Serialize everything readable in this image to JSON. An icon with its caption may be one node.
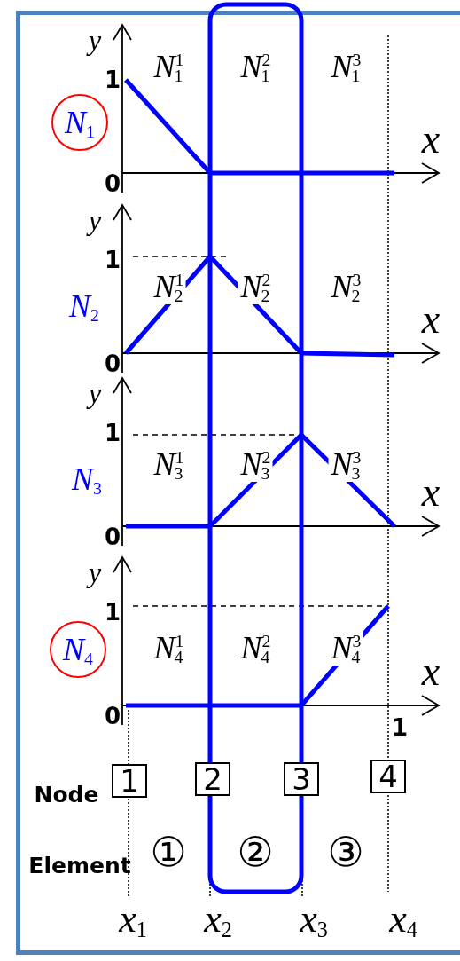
{
  "diagram": {
    "nodes": [
      {
        "text": [
          "N$_{1}$"
        ]
      },
      {
        "text": [
          "N$_{4}$"
        ]
      },
      {
        "text": [
          "1"
        ]
      },
      {
        "text": [
          "2"
        ]
      },
      {
        "text": [
          "3"
        ]
      },
      {
        "text": [
          "4"
        ]
      }
    ],
    "labels": [
      "y",
      "1",
      "N$^{1}$$_{1}$",
      "N$^{2}$$_{1}$",
      "N$^{3}$$_{1}$",
      "x",
      "0",
      "y",
      "1",
      "N$^{1}$$_{2}$",
      "N$^{2}$$_{2}$",
      "N$^{3}$$_{2}$",
      "N$_{2}$",
      "x",
      "0",
      "y",
      "1",
      "N$^{1}$$_{3}$",
      "N$^{2}$$_{3}$",
      "N$^{3}$$_{3}$",
      "N$_{3}$",
      "x",
      "0",
      "y",
      "1",
      "N$^{1}$$_{4}$",
      "N$^{2}$$_{4}$",
      "N$^{3}$$_{4}$",
      "x",
      "0",
      "1",
      "Node",
      "Element",
      "①",
      "②",
      "③",
      "x$_{1}$",
      "x$_{2}$",
      "x$_{3}$",
      "x$_{4}$"
    ]
  }
}
